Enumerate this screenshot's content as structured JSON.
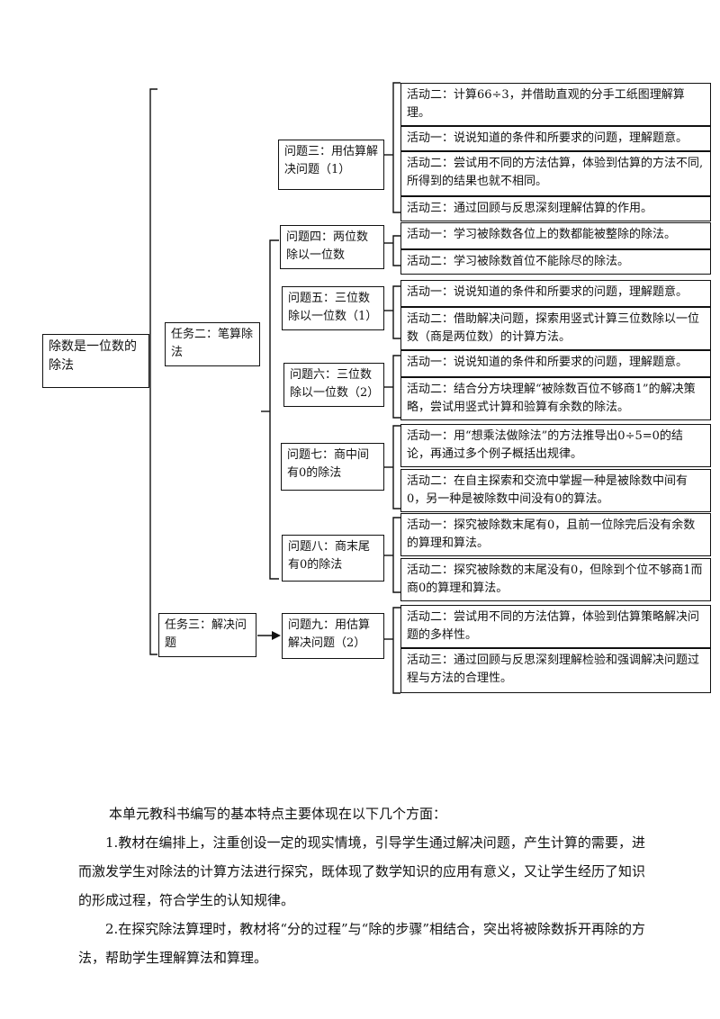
{
  "diagram": {
    "root": "除数是一位数的除法",
    "tasks": [
      {
        "id": "task2",
        "label": "任务二：笔算除法"
      },
      {
        "id": "task3",
        "label": "任务三：解决问题"
      }
    ],
    "problems": [
      {
        "id": "p3",
        "label": "问题三：用估算解决问题（1）"
      },
      {
        "id": "p4",
        "label": "问题四：两位数除以一位数"
      },
      {
        "id": "p5",
        "label": "问题五：三位数除以一位数（1）"
      },
      {
        "id": "p6",
        "label": "问题六：三位数除以一位数（2）"
      },
      {
        "id": "p7",
        "label": "问题七：商中间有0的除法"
      },
      {
        "id": "p8",
        "label": "问题八：商末尾有0的除法"
      },
      {
        "id": "p9",
        "label": "问题九：用估算解决问题（2）"
      }
    ],
    "activities": [
      "活动二：计算66÷3，并借助直观的分手工纸图理解算理。",
      "活动一：说说知道的条件和所要求的问题，理解题意。",
      "活动二：尝试用不同的方法估算，体验到估算的方法不同,所得到的结果也就不相同。",
      "活动三：通过回顾与反思深刻理解估算的作用。",
      "活动一：学习被除数各位上的数都能被整除的除法。",
      "活动二：学习被除数首位不能除尽的除法。",
      "活动一：说说知道的条件和所要求的问题，理解题意。",
      "活动二：借助解决问题，探索用竖式计算三位数除以一位数（商是两位数）的计算方法。",
      "活动一：说说知道的条件和所要求的问题，理解题意。",
      "活动二：结合分方块理解“被除数百位不够商1”的解决策略，尝试用竖式计算和验算有余数的除法。",
      "活动一：用“想乘法做除法”的方法推导出0÷5=0的结论，再通过多个例子概括出规律。",
      "活动二：在自主探索和交流中掌握一种是被除数中间有0，另一种是被除数中间没有0的算法。",
      "活动一：探究被除数末尾有0，且前一位除完后没有余数的算理和算法。",
      "活动二：探究被除数的末尾没有0，但除到个位不够商1而商0的算理和算法。",
      "活动二：尝试用不同的方法估算，体验到估算策略解决问题的多样性。",
      "活动三：通过回顾与反思深刻理解检验和强调解决问题过程与方法的合理性。"
    ]
  },
  "text": {
    "intro": "本单元教科书编写的基本特点主要体现在以下几个方面：",
    "point1": "1.教材在编排上，注重创设一定的现实情境，引导学生通过解决问题，产生计算的需要，进而激发学生对除法的计算方法进行探究，既体现了数学知识的应用有意义，又让学生经历了知识的形成过程，符合学生的认知规律。",
    "point2": "2.在探究除法算理时，教材将“分的过程”与“除的步骤”相结合，突出将被除数拆开再除的方法，帮助学生理解算法和算理。"
  }
}
